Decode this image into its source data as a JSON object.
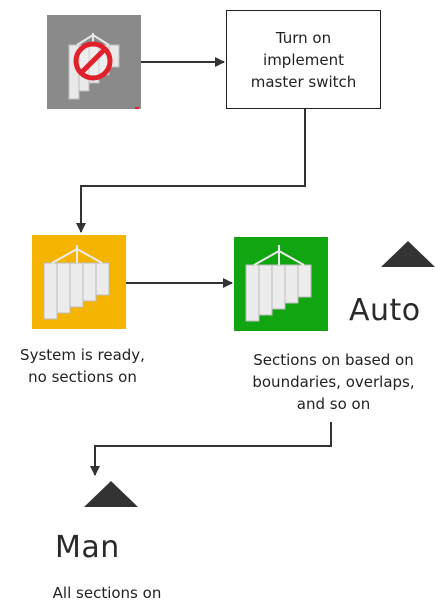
{
  "steps": {
    "turn_on_master": "Turn on\nimplement\nmaster switch"
  },
  "captions": {
    "system_ready": "System is ready,\nno sections on",
    "sections_auto": "Sections on based on\nboundaries, overlaps,\nand so on",
    "all_sections": "All sections on"
  },
  "modes": {
    "auto": "Auto",
    "man": "Man"
  },
  "icons": {
    "disabled": "implement-sections-disabled-icon",
    "ready": "implement-sections-ready-icon",
    "active": "implement-sections-active-icon",
    "mode_indicator": "triangle-indicator-icon"
  },
  "colors": {
    "gray_tile": "#8a8a8a",
    "yellow_tile": "#f5b400",
    "green_tile": "#12a512",
    "prohibit_red": "#e0202a",
    "arrow": "#333333"
  }
}
